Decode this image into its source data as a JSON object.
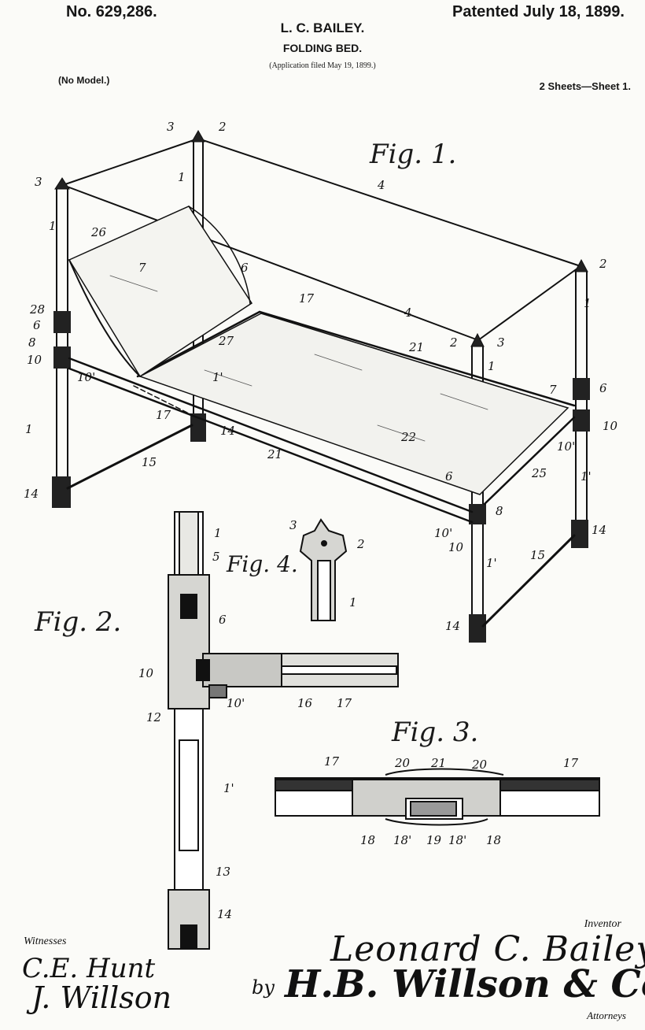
{
  "header": {
    "patent_number": "No. 629,286.",
    "patent_date": "Patented July 18, 1899.",
    "inventor": "L. C. BAILEY.",
    "title": "FOLDING BED.",
    "application": "(Application filed May 19, 1899.)",
    "model": "(No Model.)",
    "sheets": "2 Sheets—Sheet 1."
  },
  "figures": {
    "fig1": "Fig. 1.",
    "fig2": "Fig. 2.",
    "fig3": "Fig. 3.",
    "fig4": "Fig. 4."
  },
  "fig1_labels": [
    "1",
    "2",
    "3",
    "4",
    "6",
    "7",
    "8",
    "10",
    "10'",
    "14",
    "15",
    "17",
    "21",
    "22",
    "25",
    "26",
    "27",
    "28",
    "1'"
  ],
  "fig2_labels": [
    "1",
    "5",
    "6",
    "10",
    "10'",
    "16",
    "17",
    "12",
    "1'",
    "13",
    "14"
  ],
  "fig3_labels": [
    "17",
    "20",
    "21",
    "20",
    "17",
    "18",
    "18'",
    "19",
    "18'",
    "18"
  ],
  "fig4_labels": [
    "3",
    "2",
    "1"
  ],
  "footer": {
    "witnesses_label": "Witnesses",
    "inventor_label": "Inventor",
    "attorneys_label": "Attorneys",
    "inventor_signature": "Leonard C. Bailey",
    "by": "by",
    "attorney_signature": "H.B. Willson & Co",
    "witness_1": "C.E. Hunt",
    "witness_2": "J. Willson"
  }
}
